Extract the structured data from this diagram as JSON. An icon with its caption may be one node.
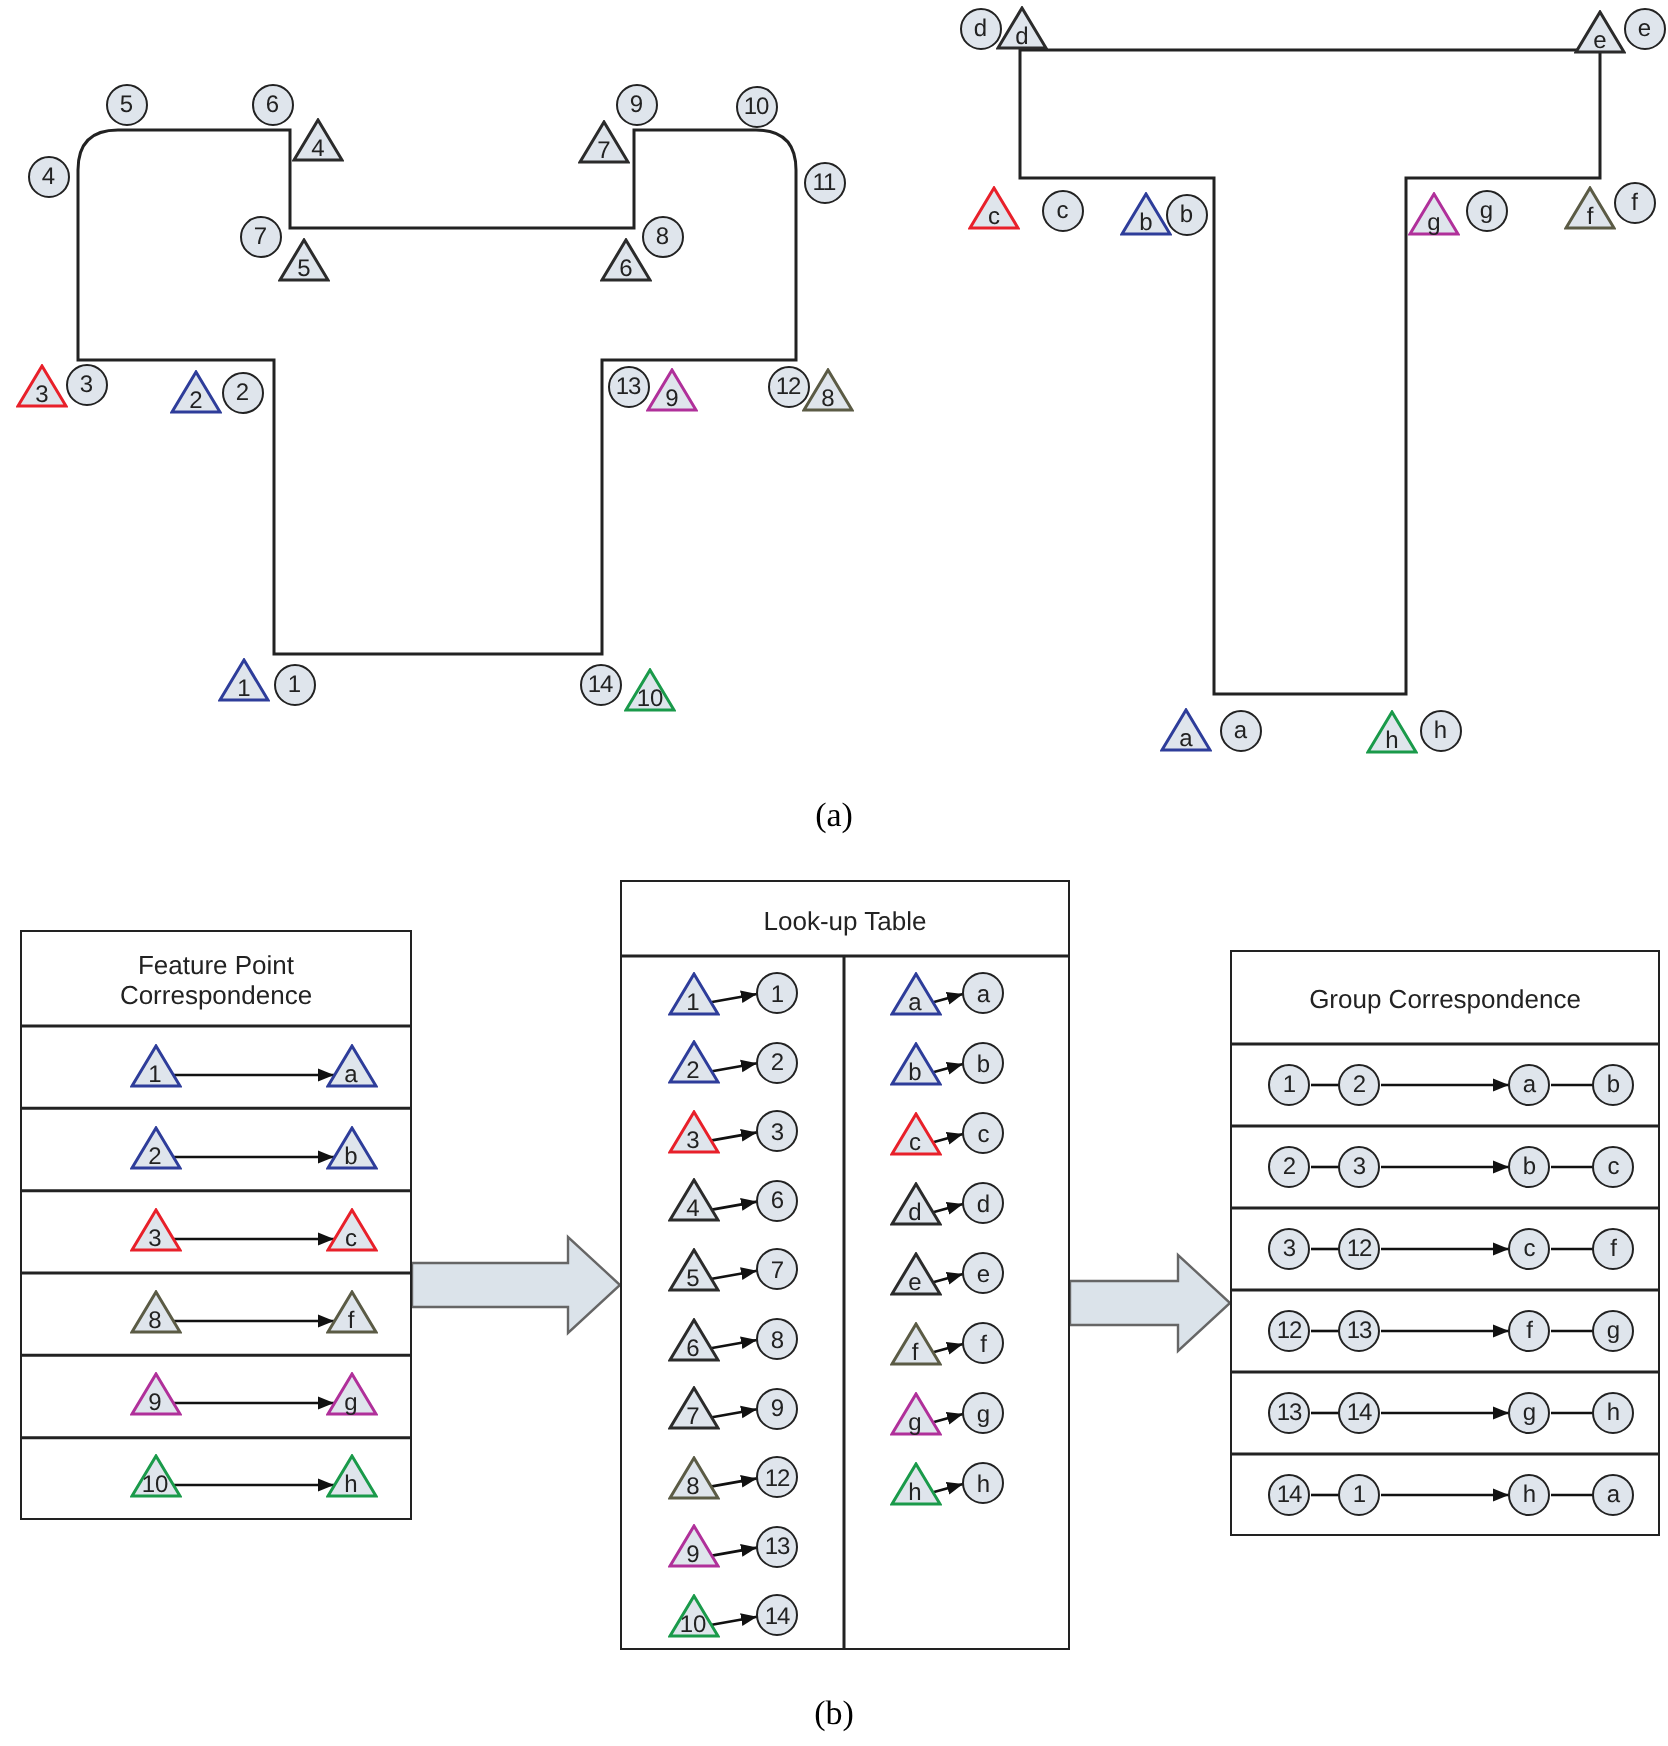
{
  "diagram": {
    "nodes": [
      {
        "text": [
          "1"
        ]
      },
      {
        "text": [
          "2"
        ]
      },
      {
        "text": [
          "3"
        ]
      },
      {
        "text": [
          "4"
        ]
      },
      {
        "text": [
          "5"
        ]
      },
      {
        "text": [
          "6"
        ]
      },
      {
        "text": [
          "7"
        ]
      },
      {
        "text": [
          "8"
        ]
      },
      {
        "text": [
          "9"
        ]
      },
      {
        "text": [
          "10"
        ]
      },
      {
        "text": [
          "11"
        ]
      },
      {
        "text": [
          "12"
        ]
      },
      {
        "text": [
          "13"
        ]
      },
      {
        "text": [
          "14"
        ]
      },
      {
        "text": [
          "1"
        ]
      },
      {
        "text": [
          "2"
        ]
      },
      {
        "text": [
          "3"
        ]
      },
      {
        "text": [
          "4"
        ]
      },
      {
        "text": [
          "5"
        ]
      },
      {
        "text": [
          "6"
        ]
      },
      {
        "text": [
          "7"
        ]
      },
      {
        "text": [
          "8"
        ]
      },
      {
        "text": [
          "9"
        ]
      },
      {
        "text": [
          "10"
        ]
      },
      {
        "text": [
          "a"
        ]
      },
      {
        "text": [
          "b"
        ]
      },
      {
        "text": [
          "c"
        ]
      },
      {
        "text": [
          "d"
        ]
      },
      {
        "text": [
          "e"
        ]
      },
      {
        "text": [
          "f"
        ]
      },
      {
        "text": [
          "g"
        ]
      },
      {
        "text": [
          "h"
        ]
      },
      {
        "text": [
          "a"
        ]
      },
      {
        "text": [
          "b"
        ]
      },
      {
        "text": [
          "c"
        ]
      },
      {
        "text": [
          "d"
        ]
      },
      {
        "text": [
          "e"
        ]
      },
      {
        "text": [
          "f"
        ]
      },
      {
        "text": [
          "g"
        ]
      },
      {
        "text": [
          "h"
        ]
      },
      {
        "text": [
          "Feature Point Correspondence"
        ]
      },
      {
        "text": [
          "1"
        ],
        "in": 40
      },
      {
        "text": [
          "a"
        ],
        "in": 40
      },
      {
        "text": [
          "2"
        ],
        "in": 40
      },
      {
        "text": [
          "b"
        ],
        "in": 40
      },
      {
        "text": [
          "3"
        ],
        "in": 40
      },
      {
        "text": [
          "c"
        ],
        "in": 40
      },
      {
        "text": [
          "8"
        ],
        "in": 40
      },
      {
        "text": [
          "f"
        ],
        "in": 40
      },
      {
        "text": [
          "9"
        ],
        "in": 40
      },
      {
        "text": [
          "g"
        ],
        "in": 40
      },
      {
        "text": [
          "10"
        ],
        "in": 40
      },
      {
        "text": [
          "h"
        ],
        "in": 40
      },
      {
        "text": [
          "Look-up Table"
        ]
      },
      {
        "text": [
          "1"
        ],
        "in": 53
      },
      {
        "text": [
          "1"
        ],
        "in": 53
      },
      {
        "text": [
          "2"
        ],
        "in": 53
      },
      {
        "text": [
          "2"
        ],
        "in": 53
      },
      {
        "text": [
          "3"
        ],
        "in": 53
      },
      {
        "text": [
          "3"
        ],
        "in": 53
      },
      {
        "text": [
          "4"
        ],
        "in": 53
      },
      {
        "text": [
          "6"
        ],
        "in": 53
      },
      {
        "text": [
          "5"
        ],
        "in": 53
      },
      {
        "text": [
          "7"
        ],
        "in": 53
      },
      {
        "text": [
          "6"
        ],
        "in": 53
      },
      {
        "text": [
          "8"
        ],
        "in": 53
      },
      {
        "text": [
          "7"
        ],
        "in": 53
      },
      {
        "text": [
          "9"
        ],
        "in": 53
      },
      {
        "text": [
          "8"
        ],
        "in": 53
      },
      {
        "text": [
          "12"
        ],
        "in": 53
      },
      {
        "text": [
          "9"
        ],
        "in": 53
      },
      {
        "text": [
          "13"
        ],
        "in": 53
      },
      {
        "text": [
          "10"
        ],
        "in": 53
      },
      {
        "text": [
          "14"
        ],
        "in": 53
      },
      {
        "text": [
          "a"
        ],
        "in": 53
      },
      {
        "text": [
          "a"
        ],
        "in": 53
      },
      {
        "text": [
          "b"
        ],
        "in": 53
      },
      {
        "text": [
          "b"
        ],
        "in": 53
      },
      {
        "text": [
          "c"
        ],
        "in": 53
      },
      {
        "text": [
          "c"
        ],
        "in": 53
      },
      {
        "text": [
          "d"
        ],
        "in": 53
      },
      {
        "text": [
          "d"
        ],
        "in": 53
      },
      {
        "text": [
          "e"
        ],
        "in": 53
      },
      {
        "text": [
          "e"
        ],
        "in": 53
      },
      {
        "text": [
          "f"
        ],
        "in": 53
      },
      {
        "text": [
          "f"
        ],
        "in": 53
      },
      {
        "text": [
          "g"
        ],
        "in": 53
      },
      {
        "text": [
          "g"
        ],
        "in": 53
      },
      {
        "text": [
          "h"
        ],
        "in": 53
      },
      {
        "text": [
          "h"
        ],
        "in": 53
      },
      {
        "text": [
          "Group Correspondence"
        ]
      },
      {
        "text": [
          "1"
        ],
        "in": 90
      },
      {
        "text": [
          "2"
        ],
        "in": 90
      },
      {
        "text": [
          "a"
        ],
        "in": 90
      },
      {
        "text": [
          "b"
        ],
        "in": 90
      },
      {
        "text": [
          "2"
        ],
        "in": 90
      },
      {
        "text": [
          "3"
        ],
        "in": 90
      },
      {
        "text": [
          "b"
        ],
        "in": 90
      },
      {
        "text": [
          "c"
        ],
        "in": 90
      },
      {
        "text": [
          "3"
        ],
        "in": 90
      },
      {
        "text": [
          "12"
        ],
        "in": 90
      },
      {
        "text": [
          "c"
        ],
        "in": 90
      },
      {
        "text": [
          "f"
        ],
        "in": 90
      },
      {
        "text": [
          "12"
        ],
        "in": 90
      },
      {
        "text": [
          "13"
        ],
        "in": 90
      },
      {
        "text": [
          "f"
        ],
        "in": 90
      },
      {
        "text": [
          "g"
        ],
        "in": 90
      },
      {
        "text": [
          "13"
        ],
        "in": 90
      },
      {
        "text": [
          "14"
        ],
        "in": 90
      },
      {
        "text": [
          "g"
        ],
        "in": 90
      },
      {
        "text": [
          "h"
        ],
        "in": 90
      },
      {
        "text": [
          "14"
        ],
        "in": 90
      },
      {
        "text": [
          "1"
        ],
        "in": 90
      },
      {
        "text": [
          "h"
        ],
        "in": 90
      },
      {
        "text": [
          "a"
        ],
        "in": 90
      }
    ],
    "edges": [
      {
        "from": 41,
        "to": 42,
        "arrow": "to"
      },
      {
        "from": 43,
        "to": 44,
        "arrow": "to"
      },
      {
        "from": 45,
        "to": 46,
        "arrow": "to"
      },
      {
        "from": 47,
        "to": 48,
        "arrow": "to"
      },
      {
        "from": 49,
        "to": 50,
        "arrow": "to"
      },
      {
        "from": 51,
        "to": 52,
        "arrow": "to"
      },
      {
        "from": 54,
        "to": 55,
        "arrow": "to"
      },
      {
        "from": 56,
        "to": 57,
        "arrow": "to"
      },
      {
        "from": 58,
        "to": 59,
        "arrow": "to"
      },
      {
        "from": 60,
        "to": 61,
        "arrow": "to"
      },
      {
        "from": 62,
        "to": 63,
        "arrow": "to"
      },
      {
        "from": 64,
        "to": 65,
        "arrow": "to"
      },
      {
        "from": 66,
        "to": 67,
        "arrow": "to"
      },
      {
        "from": 68,
        "to": 69,
        "arrow": "to"
      },
      {
        "from": 70,
        "to": 71,
        "arrow": "to"
      },
      {
        "from": 72,
        "to": 73,
        "arrow": "to"
      },
      {
        "from": 74,
        "to": 75,
        "arrow": "to"
      },
      {
        "from": 76,
        "to": 77,
        "arrow": "to"
      },
      {
        "from": 78,
        "to": 79,
        "arrow": "to"
      },
      {
        "from": 80,
        "to": 81,
        "arrow": "to"
      },
      {
        "from": 82,
        "to": 83,
        "arrow": "to"
      },
      {
        "from": 84,
        "to": 85,
        "arrow": "to"
      },
      {
        "from": 86,
        "to": 87,
        "arrow": "to"
      },
      {
        "from": 88,
        "to": 89,
        "arrow": "to"
      },
      {
        "from": 91,
        "to": 92,
        "arrow": "none"
      },
      {
        "from": 92,
        "to": 93,
        "arrow": "to"
      },
      {
        "from": 93,
        "to": 94,
        "arrow": "none"
      },
      {
        "from": 95,
        "to": 96,
        "arrow": "none"
      },
      {
        "from": 96,
        "to": 97,
        "arrow": "to"
      },
      {
        "from": 97,
        "to": 98,
        "arrow": "none"
      },
      {
        "from": 99,
        "to": 100,
        "arrow": "none"
      },
      {
        "from": 100,
        "to": 101,
        "arrow": "to"
      },
      {
        "from": 101,
        "to": 102,
        "arrow": "none"
      },
      {
        "from": 103,
        "to": 104,
        "arrow": "none"
      },
      {
        "from": 104,
        "to": 105,
        "arrow": "to"
      },
      {
        "from": 105,
        "to": 106,
        "arrow": "none"
      },
      {
        "from": 107,
        "to": 108,
        "arrow": "none"
      },
      {
        "from": 108,
        "to": 109,
        "arrow": "to"
      },
      {
        "from": 109,
        "to": 110,
        "arrow": "none"
      },
      {
        "from": 111,
        "to": 112,
        "arrow": "none"
      },
      {
        "from": 112,
        "to": 113,
        "arrow": "to"
      },
      {
        "from": 113,
        "to": 114,
        "arrow": "none"
      },
      {
        "from": 40,
        "to": 53,
        "arrow": "to",
        "style": "thick",
        "color": "#dbe3ea"
      },
      {
        "from": 53,
        "to": 90,
        "arrow": "to",
        "style": "thick",
        "color": "#dbe3ea"
      }
    ],
    "labels": [
      "(a)",
      "(b)"
    ]
  }
}
